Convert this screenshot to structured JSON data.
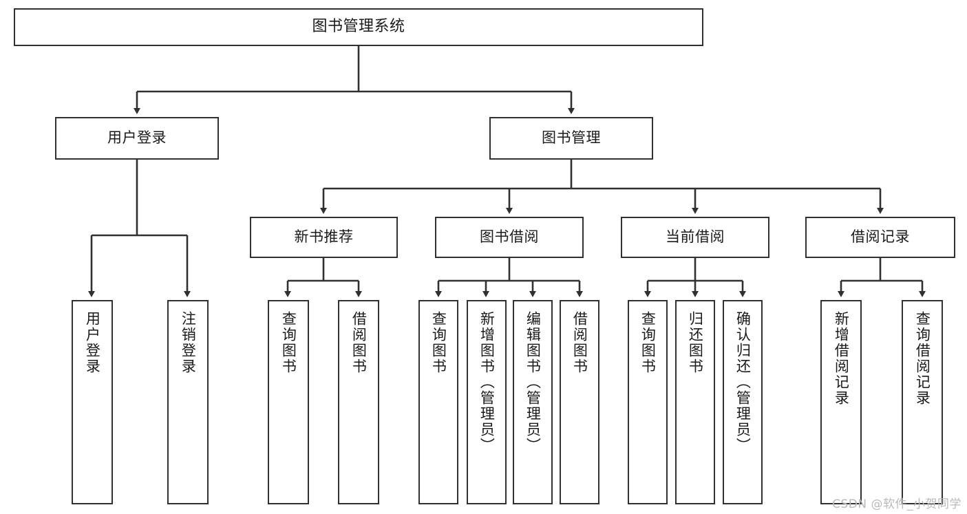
{
  "diagram": {
    "title": "图书管理系统",
    "watermark": "CSDN @软件_小贺同学",
    "colors": {
      "stroke": "#303030",
      "background": "#ffffff",
      "text": "#1a1a1a",
      "watermark": "#b9b9b9"
    },
    "levels": {
      "root": {
        "label": "图书管理系统"
      },
      "modules": [
        {
          "id": "user-login",
          "label": "用户登录"
        },
        {
          "id": "book-manage",
          "label": "图书管理"
        }
      ],
      "submodules": [
        {
          "id": "new-book-recommend",
          "label": "新书推荐",
          "parent": "book-manage"
        },
        {
          "id": "book-borrow",
          "label": "图书借阅",
          "parent": "book-manage"
        },
        {
          "id": "current-borrow",
          "label": "当前借阅",
          "parent": "book-manage"
        },
        {
          "id": "borrow-record",
          "label": "借阅记录",
          "parent": "book-manage"
        }
      ],
      "leaves": [
        {
          "id": "leaf-user-login",
          "label": "用户登录",
          "parent": "user-login"
        },
        {
          "id": "leaf-user-logout",
          "label": "注销登录",
          "parent": "user-login"
        },
        {
          "id": "leaf-query-book-1",
          "label": "查询图书",
          "parent": "new-book-recommend"
        },
        {
          "id": "leaf-borrow-book-1",
          "label": "借阅图书",
          "parent": "new-book-recommend"
        },
        {
          "id": "leaf-query-book-2",
          "label": "查询图书",
          "parent": "book-borrow"
        },
        {
          "id": "leaf-add-book",
          "label": "新增图书（管理员）",
          "parent": "book-borrow"
        },
        {
          "id": "leaf-edit-book",
          "label": "编辑图书（管理员）",
          "parent": "book-borrow"
        },
        {
          "id": "leaf-borrow-book-2",
          "label": "借阅图书",
          "parent": "book-borrow"
        },
        {
          "id": "leaf-query-book-3",
          "label": "查询图书",
          "parent": "current-borrow"
        },
        {
          "id": "leaf-return-book",
          "label": "归还图书",
          "parent": "current-borrow"
        },
        {
          "id": "leaf-confirm-return",
          "label": "确认归还（管理员）",
          "parent": "current-borrow"
        },
        {
          "id": "leaf-add-record",
          "label": "新增借阅记录",
          "parent": "borrow-record"
        },
        {
          "id": "leaf-query-record",
          "label": "查询借阅记录",
          "parent": "borrow-record"
        }
      ]
    }
  }
}
